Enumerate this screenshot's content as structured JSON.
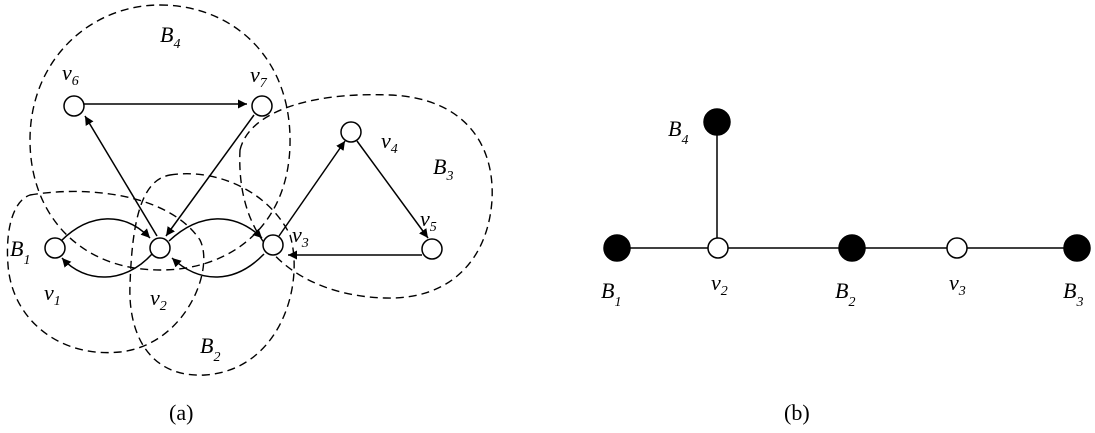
{
  "diagram_a": {
    "caption": "(a)",
    "labels": {
      "B1": {
        "base": "B",
        "sub": "1"
      },
      "B2": {
        "base": "B",
        "sub": "2"
      },
      "B3": {
        "base": "B",
        "sub": "3"
      },
      "B4": {
        "base": "B",
        "sub": "4"
      },
      "v1": {
        "base": "v",
        "sub": "1"
      },
      "v2": {
        "base": "v",
        "sub": "2"
      },
      "v3": {
        "base": "v",
        "sub": "3"
      },
      "v4": {
        "base": "v",
        "sub": "4"
      },
      "v5": {
        "base": "v",
        "sub": "5"
      },
      "v6": {
        "base": "v",
        "sub": "6"
      },
      "v7": {
        "base": "v",
        "sub": "7"
      }
    }
  },
  "diagram_b": {
    "caption": "(b)",
    "labels": {
      "B1": {
        "base": "B",
        "sub": "1"
      },
      "B2": {
        "base": "B",
        "sub": "2"
      },
      "B3": {
        "base": "B",
        "sub": "3"
      },
      "B4": {
        "base": "B",
        "sub": "4"
      },
      "v2": {
        "base": "v",
        "sub": "2"
      },
      "v3": {
        "base": "v",
        "sub": "3"
      }
    }
  },
  "colors": {
    "stroke": "#000000",
    "fill_block": "#000000",
    "fill_vertex": "#ffffff",
    "background": "#ffffff"
  }
}
